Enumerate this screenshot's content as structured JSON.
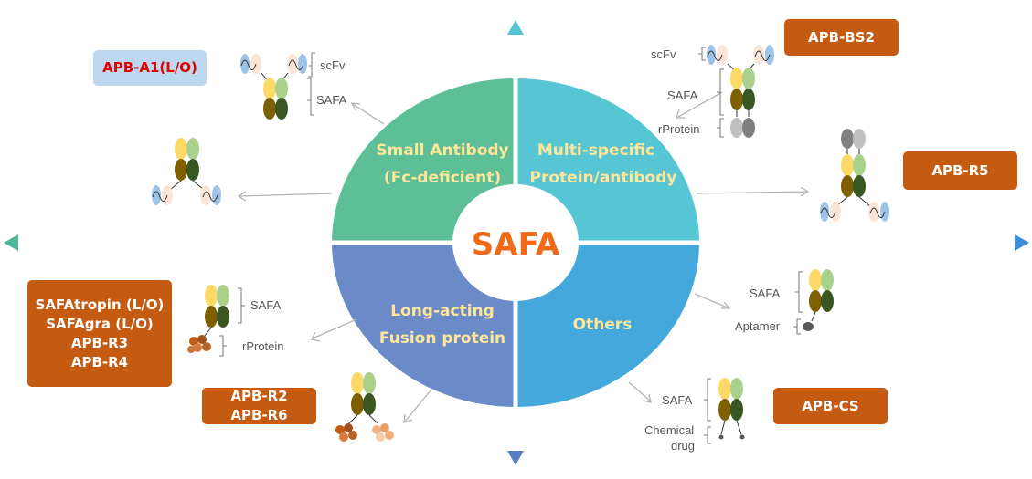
{
  "center_label": "SAFA",
  "quadrants": {
    "top_left": [
      "Small Antibody",
      "(Fc-deficient)"
    ],
    "top_right": [
      "Multi-specific",
      "Protein/antibody"
    ],
    "bottom_left": [
      "Long-acting",
      "Fusion protein"
    ],
    "bottom_right": [
      "Others"
    ]
  },
  "tags": {
    "a1": [
      "APB-A1(L/O)"
    ],
    "bs2": [
      "APB-BS2"
    ],
    "r5": [
      "APB-R5"
    ],
    "cs": [
      "APB-CS"
    ],
    "left_group": [
      "SAFAtropin (L/O)",
      "SAFAgra (L/O)",
      "APB-R3",
      "APB-R4"
    ],
    "r2r6": [
      "APB-R2",
      "APB-R6"
    ]
  },
  "labels": {
    "scfv": "scFv",
    "safa": "SAFA",
    "rprotein": "rProtein",
    "aptamer": "Aptamer",
    "chemical": "Chemical",
    "drug": "drug"
  },
  "colors": {
    "quadrant_top_left": "#5cbf98",
    "quadrant_top_right": "#56c5d4",
    "quadrant_bottom_left": "#6a8bc8",
    "quadrant_bottom_right": "#45a8dc",
    "center_text": "#f06a18",
    "quadrant_text": "#ffe699",
    "tag_orange": "#c55a11",
    "tag_blue": "#bdd7ee",
    "tag_blue_text": "#e00000"
  }
}
